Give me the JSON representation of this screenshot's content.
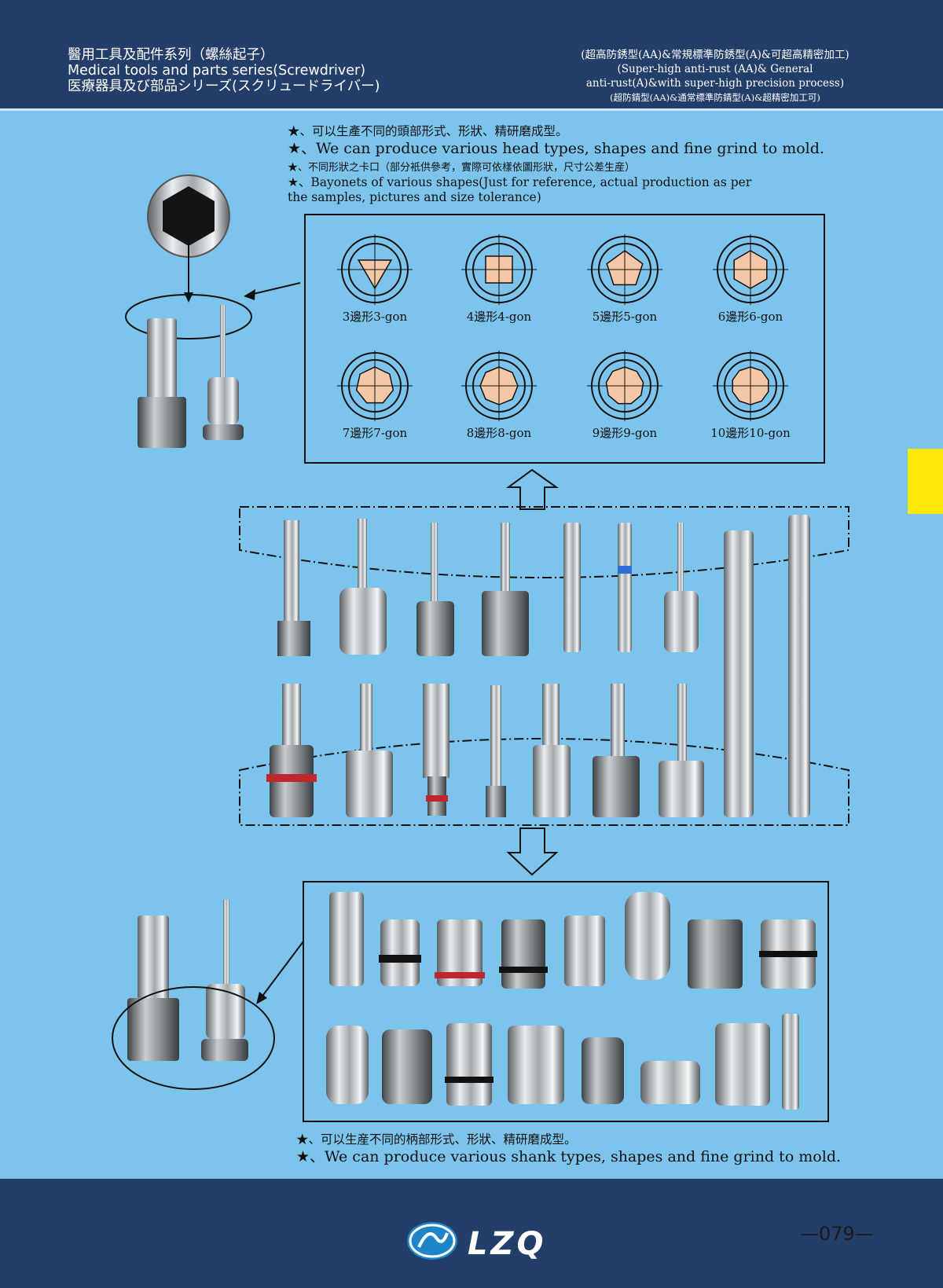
{
  "header": {
    "title_zh": "醫用工具及配件系列（螺絲起子）",
    "title_en": "Medical tools and parts series(Screwdriver)",
    "title_jp": "医療器具及び部品シリーズ(スクリュードライバー)",
    "grade_zh": "(超高防銹型(AA)&常規標準防銹型(A)&可超高精密加工)",
    "grade_en_1": "(Super-high anti-rust (AA)& General",
    "grade_en_2": "anti-rust(A)&with super-high precision process)",
    "grade_sc": "(超防錆型(AA)&通常標準防錆型(A)&超精密加工可)"
  },
  "top_notes": {
    "line1": "★、可以生產不同的頭部形式、形狀、精研磨成型。",
    "line2": "★、We can produce various head types, shapes and fine grind to mold.",
    "line3": "★、不同形狀之卡口（部分衹供參考，實際可依樣依圖形狀，尺寸公差生産）",
    "line4": "★、Bayonets of various shapes(Just for reference, actual production as per",
    "line5": "the samples, pictures and size tolerance)"
  },
  "shapes": [
    {
      "label": "3邊形3-gon",
      "sides": 3
    },
    {
      "label": "4邊形4-gon",
      "sides": 4
    },
    {
      "label": "5邊形5-gon",
      "sides": 5
    },
    {
      "label": "6邊形6-gon",
      "sides": 6
    },
    {
      "label": "7邊形7-gon",
      "sides": 7
    },
    {
      "label": "8邊形8-gon",
      "sides": 8
    },
    {
      "label": "9邊形9-gon",
      "sides": 9
    },
    {
      "label": "10邊形10-gon",
      "sides": 10
    }
  ],
  "bottom_notes": {
    "line1": "★、可以生産不同的柄部形式、形狀、精研磨成型。",
    "line2": "★、We can produce various shank types, shapes and fine grind to mold."
  },
  "footer": {
    "brand": "LZQ",
    "page_number": "—079—"
  },
  "colors": {
    "header_bg": "#233e68",
    "page_bg": "#7cc4ec",
    "shape_fill": "#f4c7a8",
    "accent_tab": "#fde90b"
  }
}
